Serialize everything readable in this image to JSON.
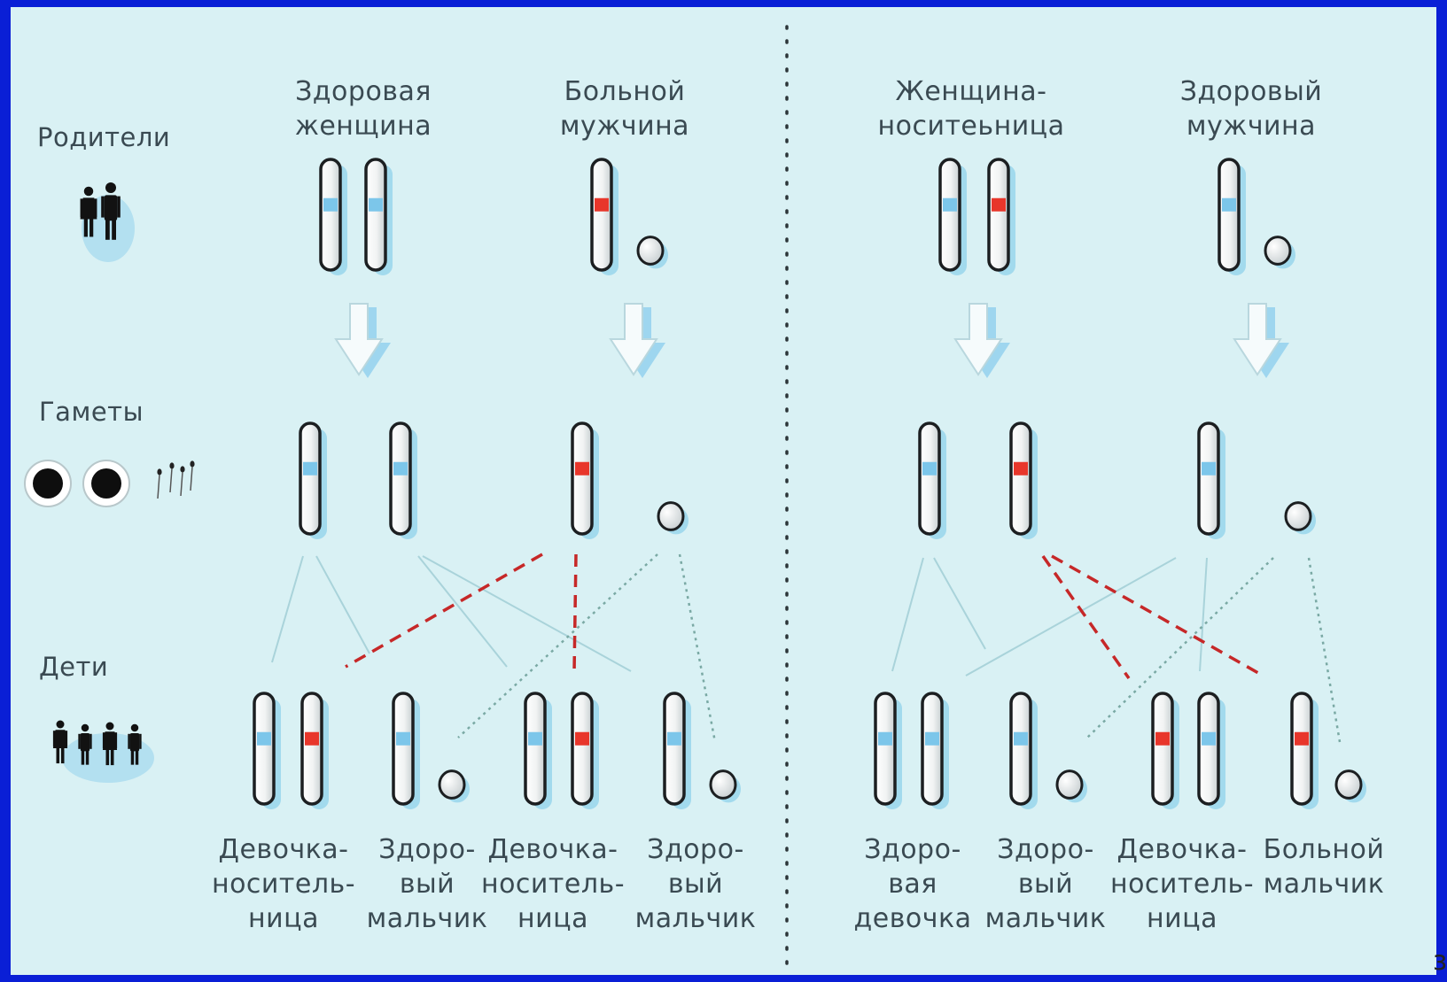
{
  "colors": {
    "frame": "#0a1fd6",
    "background": "#d9f1f4",
    "healthy_gene": "#7cc6ea",
    "defect_gene": "#e8362b",
    "line_normal": "#a9d3da",
    "line_defect": "#c62828",
    "line_y": "#7aa9a4"
  },
  "row_labels": {
    "parents": "Родители",
    "gametes": "Гаметы",
    "children": "Дети"
  },
  "icons": {
    "parents": "couple-silhouette-icon",
    "gametes": "egg-and-sperm-icon",
    "children": "family-silhouette-icon"
  },
  "left_cross": {
    "mother": "Здоровая\nженщина",
    "father": "Больной\nмужчина",
    "children": [
      "Девочка-\nноситель-\nница",
      "Здоро-\nвый\nмальчик",
      "Девочка-\nноситель-\nница",
      "Здоро-\nвый\nмальчик"
    ]
  },
  "right_cross": {
    "mother": "Женщина-\nноситеьница",
    "father": "Здоровый\nмужчина",
    "children": [
      "Здоро-\nвая\nдевочка",
      "Здоро-\nвый\nмальчик",
      "Девочка-\nноситель-\nница",
      "Больной\nмальчик"
    ]
  },
  "corner_text": "з"
}
